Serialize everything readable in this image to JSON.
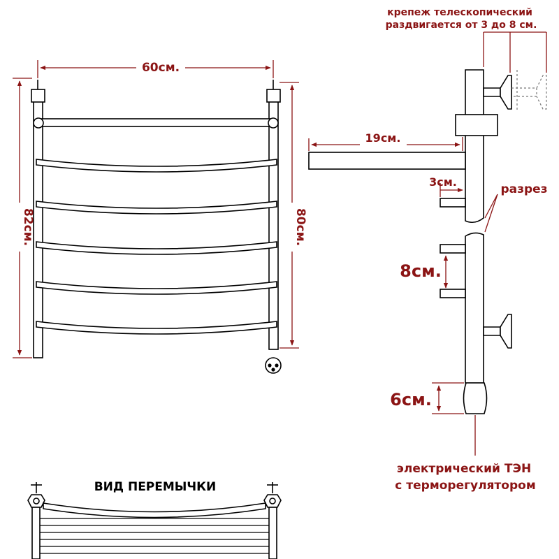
{
  "colors": {
    "dimension": "#8b1414",
    "outline": "#000000",
    "background": "#ffffff"
  },
  "dimensions": {
    "width": "60см.",
    "height_total": "82см.",
    "height_axis": "80см.",
    "depth": "19см.",
    "offset": "3см.",
    "spacing": "8см.",
    "heater_length": "6см."
  },
  "notes": {
    "mount_line1": "крепеж телескопический",
    "mount_line2": "раздвигается от 3 до 8 см.",
    "cut": "разрез",
    "heater_line1": "электрический  ТЭН",
    "heater_line2": "с терморегулятором",
    "jumper_view": "ВИД ПЕРЕМЫЧКИ"
  }
}
